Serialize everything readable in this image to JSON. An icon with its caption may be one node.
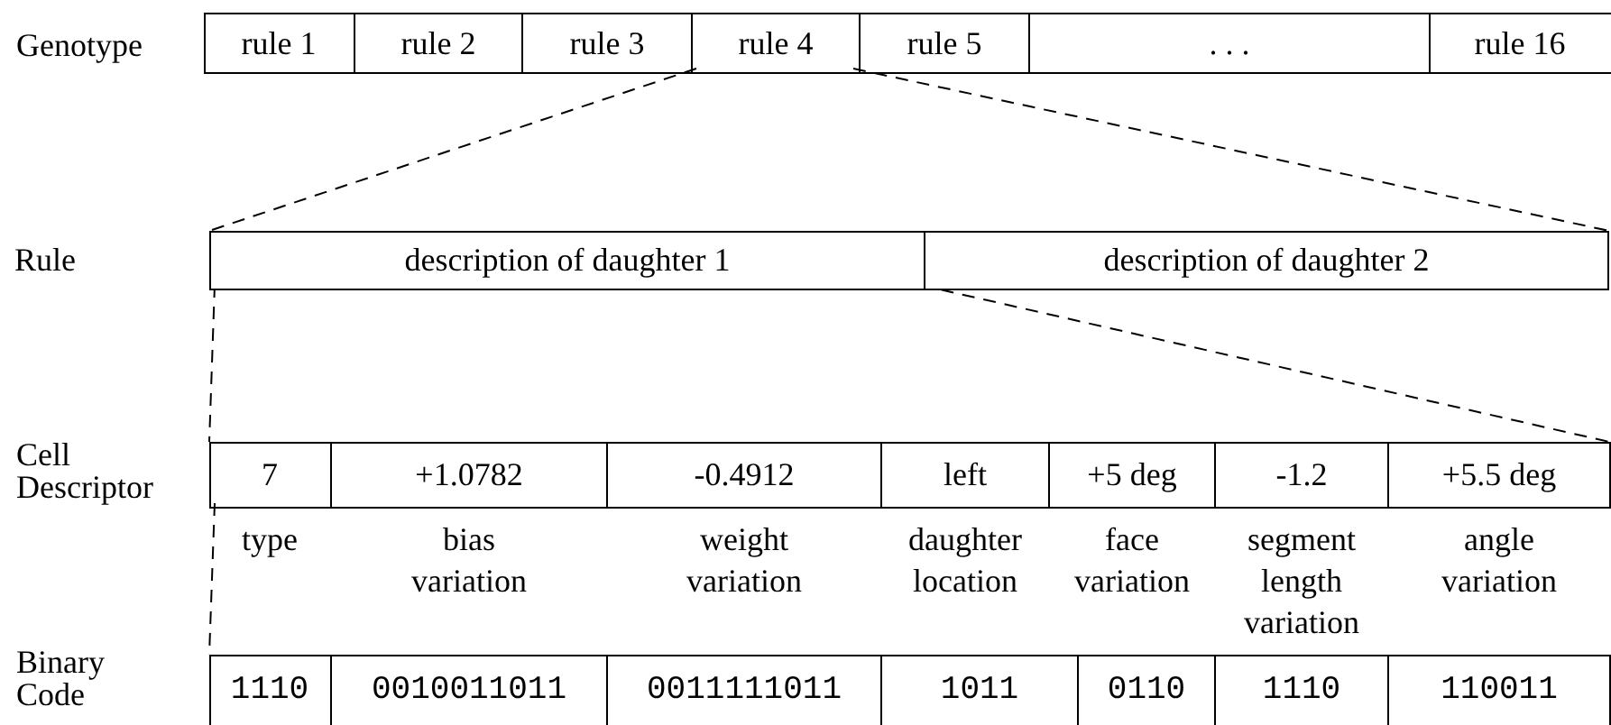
{
  "diagram": {
    "nodes": [
      {
        "text": [
          "Genotype"
        ]
      },
      {
        "text": [
          "rule 1"
        ],
        "in": 0
      },
      {
        "text": [
          "rule 2"
        ],
        "in": 0
      },
      {
        "text": [
          "rule 3"
        ],
        "in": 0
      },
      {
        "text": [
          "rule 4"
        ],
        "in": 0
      },
      {
        "text": [
          "rule 5"
        ],
        "in": 0
      },
      {
        "text": [
          ". . ."
        ],
        "in": 0
      },
      {
        "text": [
          "rule 16"
        ],
        "in": 0
      },
      {
        "text": [
          "description of daughter 1"
        ]
      },
      {
        "text": [
          "description of daughter 2"
        ]
      },
      {
        "text": [
          "Cell Descriptor"
        ]
      },
      {
        "text": [
          "7"
        ],
        "in": 10,
        "beside": [
          "type"
        ]
      },
      {
        "text": [
          "+1.0782"
        ],
        "in": 10,
        "beside": [
          "bias variation"
        ]
      },
      {
        "text": [
          "-0.4912"
        ],
        "in": 10,
        "beside": [
          "weight variation"
        ]
      },
      {
        "text": [
          "left"
        ],
        "in": 10,
        "beside": [
          "daughter location"
        ]
      },
      {
        "text": [
          "+5 deg"
        ],
        "in": 10,
        "beside": [
          "face variation"
        ]
      },
      {
        "text": [
          "-1.2"
        ],
        "in": 10,
        "beside": [
          "segment length variation"
        ]
      },
      {
        "text": [
          "+5.5 deg"
        ],
        "in": 10,
        "beside": [
          "angle variation"
        ]
      },
      {
        "text": [
          "Binary Code"
        ]
      },
      {
        "text": [
          "1110"
        ],
        "in": 18
      },
      {
        "text": [
          "0010011011"
        ],
        "in": 18
      },
      {
        "text": [
          "0011111011"
        ],
        "in": 18
      },
      {
        "text": [
          "1011"
        ],
        "in": 18
      },
      {
        "text": [
          "0110"
        ],
        "in": 18
      },
      {
        "text": [
          "1110"
        ],
        "in": 18
      },
      {
        "text": [
          "110011"
        ],
        "in": 18
      }
    ],
    "edges": [
      {
        "from": 4,
        "to": 8,
        "arrow": "none",
        "style": "dashed"
      },
      {
        "from": 4,
        "to": 9,
        "arrow": "none",
        "style": "dashed"
      },
      {
        "from": 8,
        "to": 10,
        "arrow": "none",
        "style": "dashed"
      },
      {
        "from": 8,
        "to": 10,
        "arrow": "none",
        "style": "dashed"
      },
      {
        "from": 10,
        "to": 18,
        "arrow": "none",
        "style": "dashed"
      }
    ],
    "labels": [
      "Rule"
    ]
  }
}
